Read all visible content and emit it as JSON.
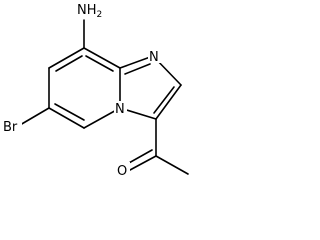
{
  "molecule": {
    "atoms": {
      "amine": {
        "text": "NH2",
        "main": "NH",
        "sub": "2"
      },
      "imidazole_n": {
        "text": "N"
      },
      "bridgehead_n": {
        "text": "N"
      },
      "bromine": {
        "text": "Br"
      },
      "carbonyl_o": {
        "text": "O"
      }
    }
  }
}
